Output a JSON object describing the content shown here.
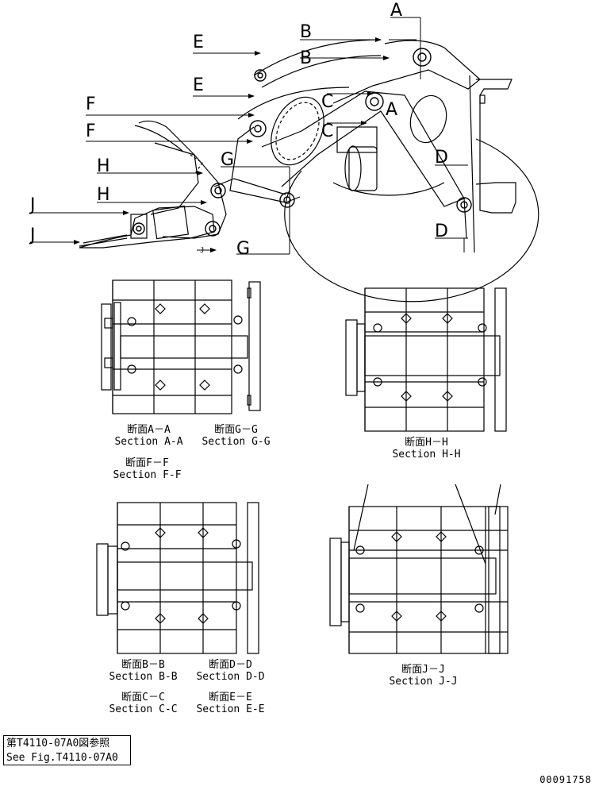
{
  "callouts": {
    "a": "A",
    "b": "B",
    "c": "C",
    "d": "D",
    "e": "E",
    "f": "F",
    "g": "G",
    "h": "H",
    "j": "J"
  },
  "captions": {
    "aa_jp": "断面A－A",
    "aa_en": "Section A-A",
    "gg_jp": "断面G－G",
    "gg_en": "Section G-G",
    "ff_jp": "断面F－F",
    "ff_en": "Section F-F",
    "hh_jp": "断面H－H",
    "hh_en": "Section H-H",
    "bb_jp": "断面B－B",
    "bb_en": "Section B-B",
    "dd_jp": "断面D－D",
    "dd_en": "Section D-D",
    "cc_jp": "断面C－C",
    "cc_en": "Section C-C",
    "ee_jp": "断面E－E",
    "ee_en": "Section E-E",
    "jj_jp": "断面J－J",
    "jj_en": "Section J-J"
  },
  "reference": {
    "jp": "第T4110-07A0図参照",
    "en": "See Fig.T4110-07A0"
  },
  "doc_number": "00091758"
}
